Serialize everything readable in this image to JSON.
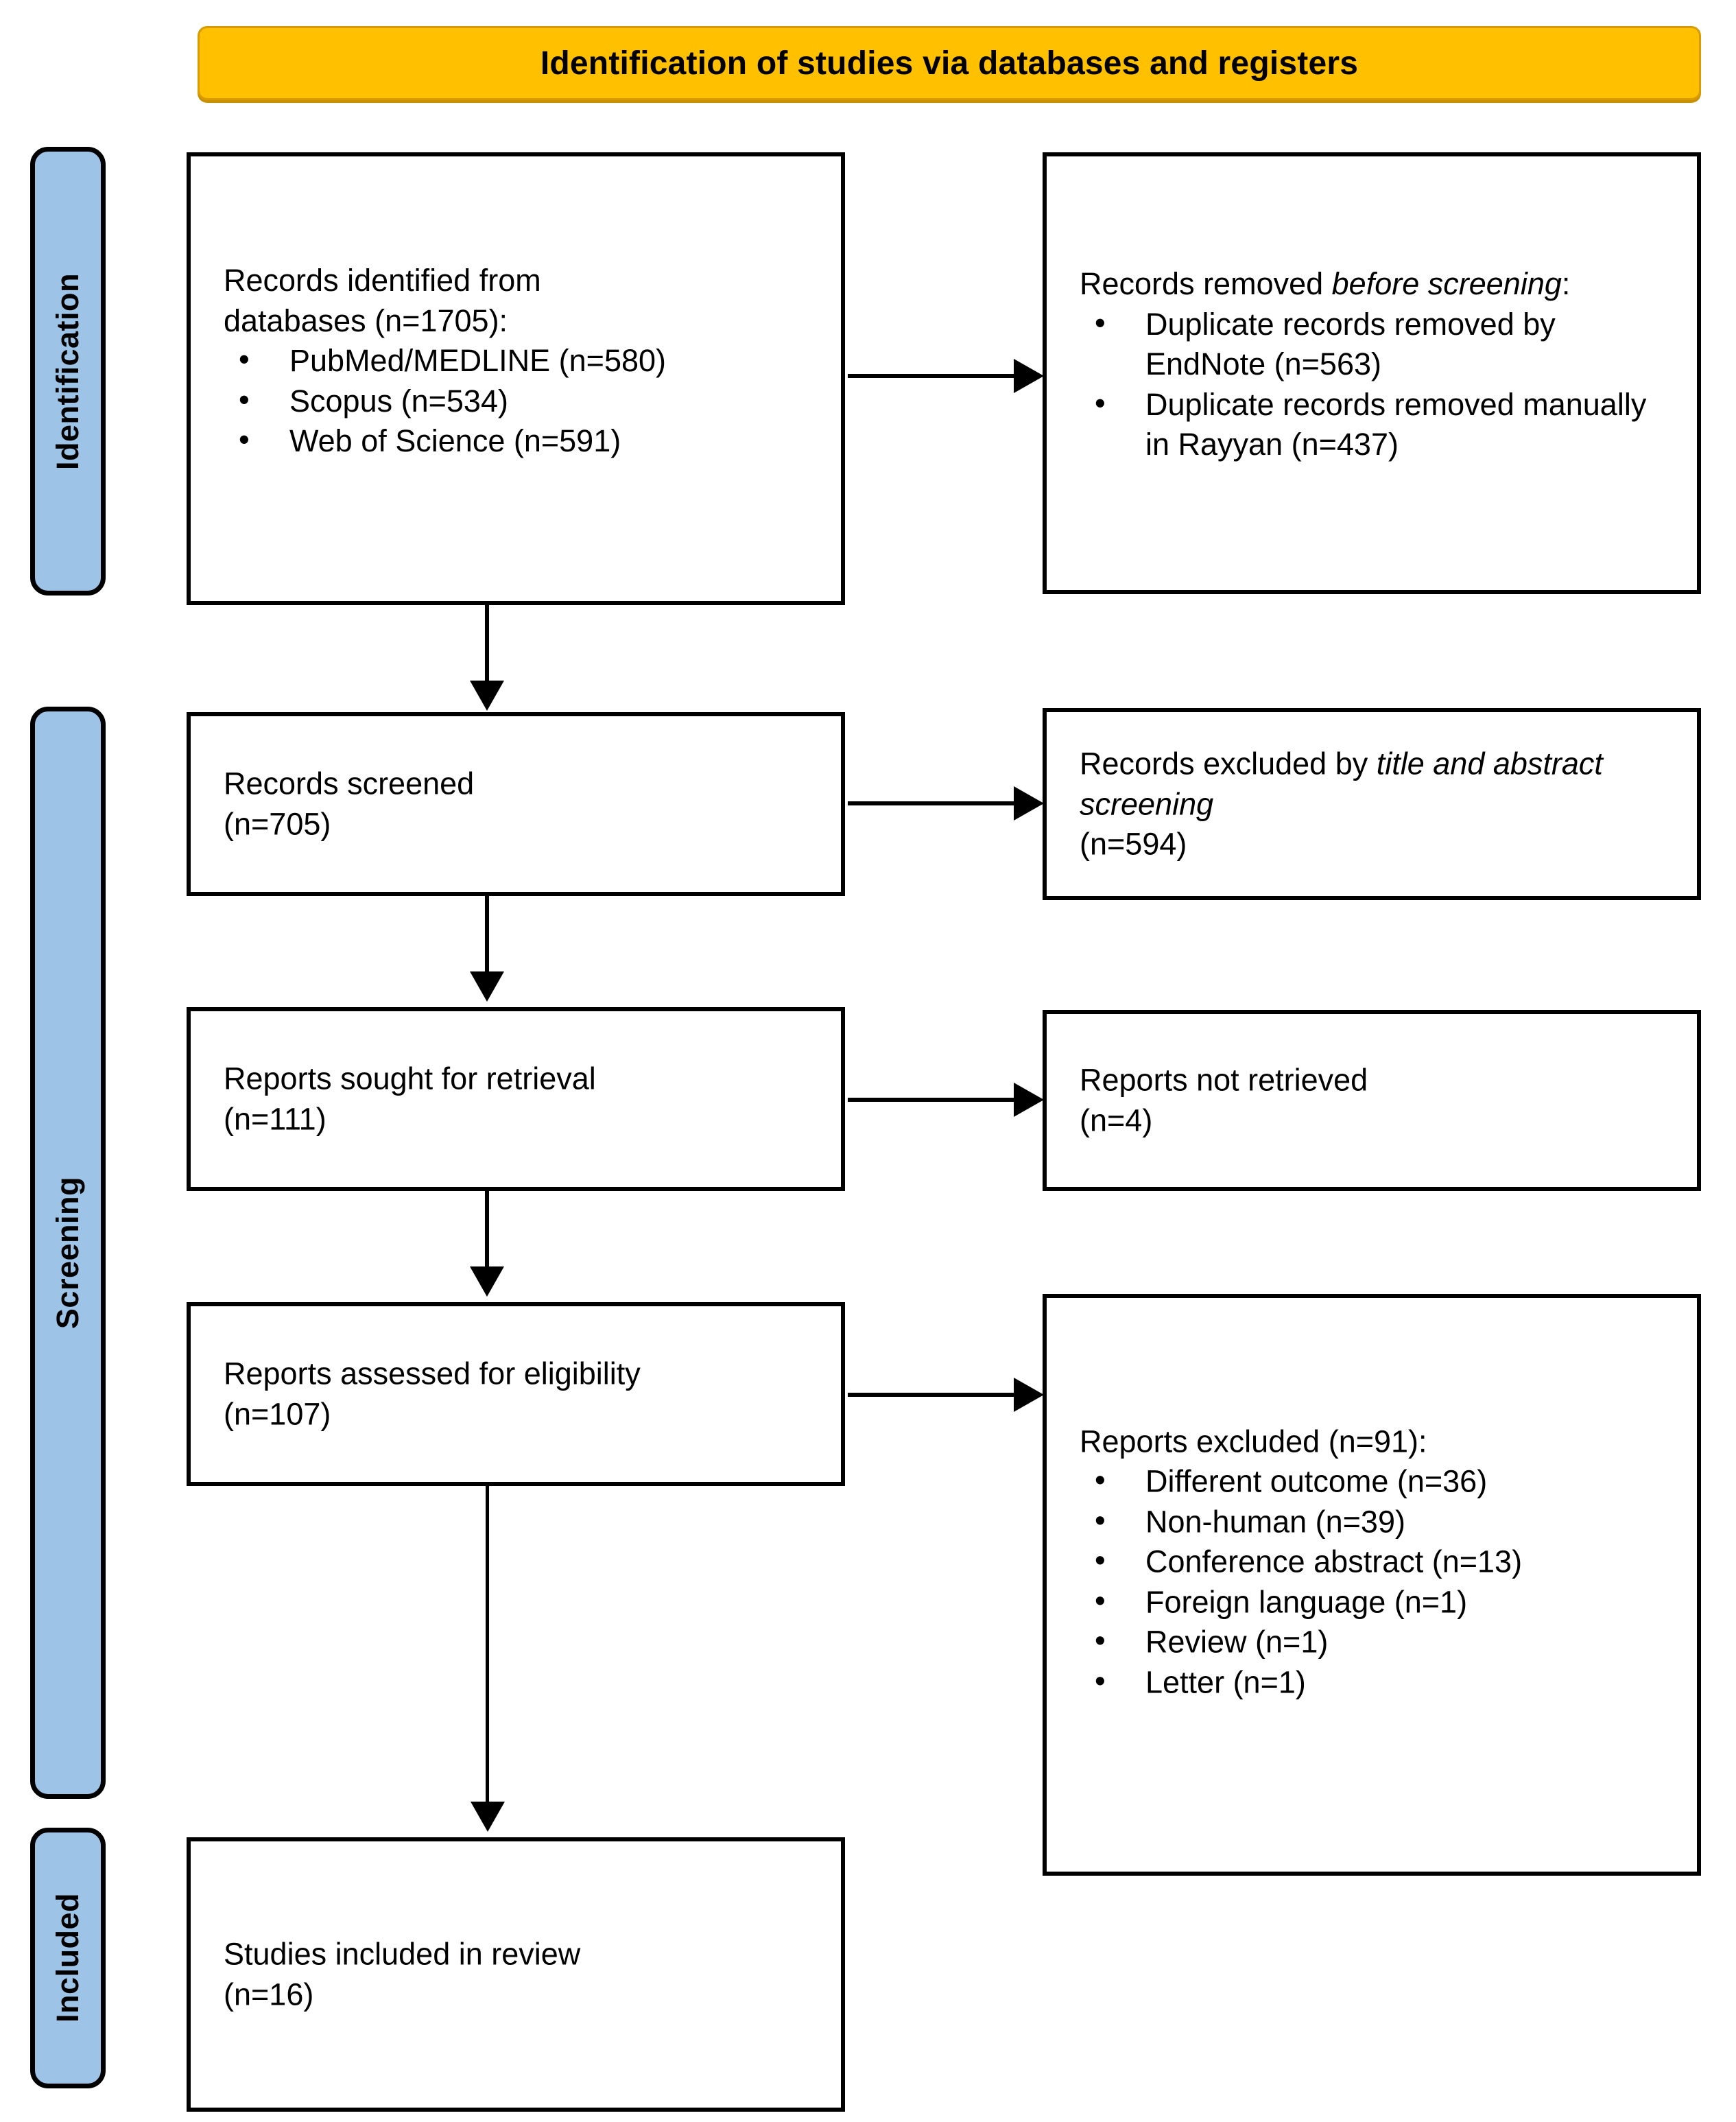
{
  "header": {
    "title": "Identification of studies via databases and registers",
    "banner_color": "#FFC000"
  },
  "stages": {
    "accent_color": "#9DC3E6",
    "identification": "Identification",
    "screening": "Screening",
    "included": "Included"
  },
  "boxes": {
    "identified": {
      "heading_line1": "Records identified from",
      "heading_line2": "databases (n=1705):",
      "bullets": [
        "PubMed/MEDLINE (n=580)",
        "Scopus (n=534)",
        "Web of Science (n=591)"
      ]
    },
    "removed_before_screening": {
      "heading_lead": "Records removed ",
      "heading_italic": "before screening",
      "heading_tail": ":",
      "bullets": [
        "Duplicate records removed by EndNote (n=563)",
        "Duplicate records removed manually in Rayyan (n=437)"
      ]
    },
    "screened": {
      "line1": "Records screened",
      "line2": "(n=705)"
    },
    "excluded_title_abstract": {
      "lead": "Records excluded by ",
      "italic": "title and abstract screening",
      "count": "(n=594)"
    },
    "sought_for_retrieval": {
      "line1": "Reports sought for retrieval",
      "line2": "(n=111)"
    },
    "not_retrieved": {
      "line1": "Reports not retrieved",
      "line2": "(n=4)"
    },
    "assessed_for_eligibility": {
      "line1": "Reports assessed for eligibility",
      "line2": "(n=107)"
    },
    "reports_excluded": {
      "heading": "Reports excluded (n=91):",
      "bullets": [
        "Different outcome (n=36)",
        "Non-human (n=39)",
        "Conference abstract (n=13)",
        "Foreign language (n=1)",
        "Review (n=1)",
        "Letter (n=1)"
      ]
    },
    "studies_included": {
      "line1": "Studies included in review",
      "line2": "(n=16)"
    }
  },
  "chart_data": {
    "type": "diagram",
    "title": "Identification of studies via databases and registers",
    "nodes": [
      {
        "id": "identified",
        "label": "Records identified from databases",
        "n": 1705,
        "children": [
          {
            "label": "PubMed/MEDLINE",
            "n": 580
          },
          {
            "label": "Scopus",
            "n": 534
          },
          {
            "label": "Web of Science",
            "n": 591
          }
        ]
      },
      {
        "id": "removed_before_screening",
        "label": "Records removed before screening",
        "children": [
          {
            "label": "Duplicate records removed by EndNote",
            "n": 563
          },
          {
            "label": "Duplicate records removed manually in Rayyan",
            "n": 437
          }
        ]
      },
      {
        "id": "screened",
        "label": "Records screened",
        "n": 705
      },
      {
        "id": "excluded_title_abstract",
        "label": "Records excluded by title and abstract screening",
        "n": 594
      },
      {
        "id": "sought",
        "label": "Reports sought for retrieval",
        "n": 111
      },
      {
        "id": "not_retrieved",
        "label": "Reports not retrieved",
        "n": 4
      },
      {
        "id": "assessed",
        "label": "Reports assessed for eligibility",
        "n": 107
      },
      {
        "id": "reports_excluded",
        "label": "Reports excluded",
        "n": 91,
        "children": [
          {
            "label": "Different outcome",
            "n": 36
          },
          {
            "label": "Non-human",
            "n": 39
          },
          {
            "label": "Conference abstract",
            "n": 13
          },
          {
            "label": "Foreign language",
            "n": 1
          },
          {
            "label": "Review",
            "n": 1
          },
          {
            "label": "Letter",
            "n": 1
          }
        ]
      },
      {
        "id": "included",
        "label": "Studies included in review",
        "n": 16
      }
    ],
    "edges": [
      {
        "from": "identified",
        "to": "removed_before_screening"
      },
      {
        "from": "identified",
        "to": "screened"
      },
      {
        "from": "screened",
        "to": "excluded_title_abstract"
      },
      {
        "from": "screened",
        "to": "sought"
      },
      {
        "from": "sought",
        "to": "not_retrieved"
      },
      {
        "from": "sought",
        "to": "assessed"
      },
      {
        "from": "assessed",
        "to": "reports_excluded"
      },
      {
        "from": "assessed",
        "to": "included"
      }
    ],
    "stages": [
      "Identification",
      "Screening",
      "Included"
    ]
  }
}
